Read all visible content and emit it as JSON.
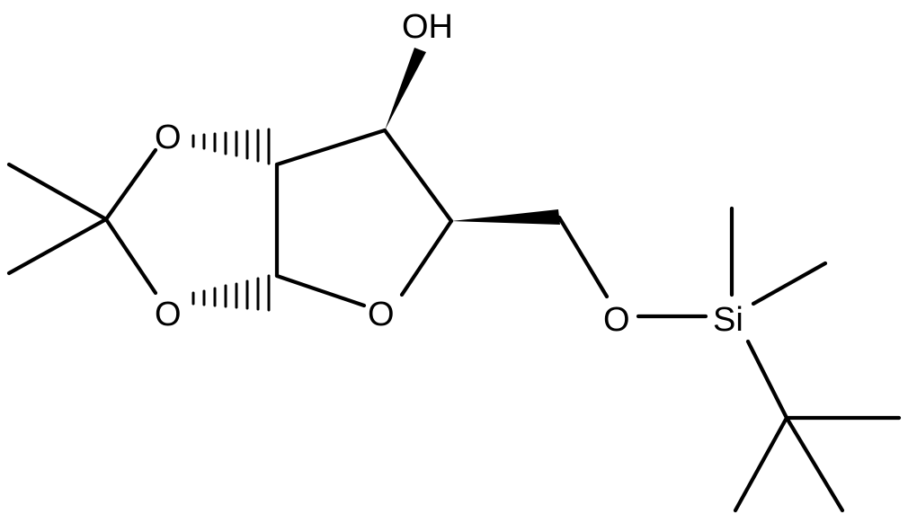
{
  "molecule": {
    "colors": {
      "bond": "#000000",
      "label": "#000000",
      "background": "#ffffff"
    },
    "labels": {
      "hydroxyl": "OH",
      "dioxolane_o_top": "O",
      "dioxolane_o_bottom": "O",
      "ring_o": "O",
      "silyl_ether_o": "O",
      "silicon": "Si"
    }
  }
}
